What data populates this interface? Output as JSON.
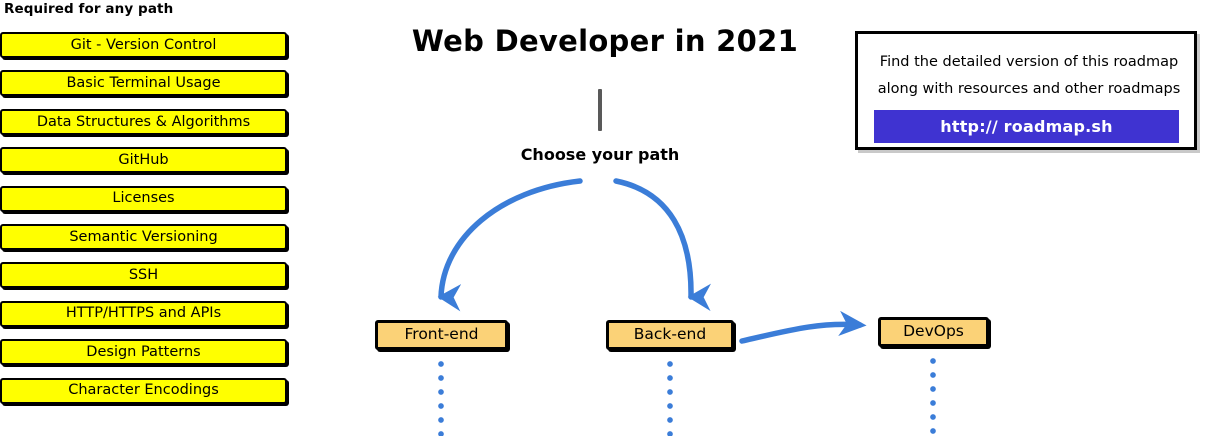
{
  "required_section": {
    "heading": "Required for any path",
    "items": [
      {
        "label": "Git - Version Control"
      },
      {
        "label": "Basic Terminal Usage"
      },
      {
        "label": "Data Structures & Algorithms"
      },
      {
        "label": "GitHub"
      },
      {
        "label": "Licenses"
      },
      {
        "label": "Semantic Versioning"
      },
      {
        "label": "SSH"
      },
      {
        "label": "HTTP/HTTPS and APIs"
      },
      {
        "label": "Design Patterns"
      },
      {
        "label": "Character Encodings"
      }
    ],
    "box_fill": "#FFFF00",
    "box_border": "#000000"
  },
  "header": {
    "title": "Web Developer in 2021",
    "choose_label": "Choose your path",
    "trunk_color": "#595959"
  },
  "paths": {
    "boxes": [
      {
        "label": "Front-end"
      },
      {
        "label": "Back-end"
      },
      {
        "label": "DevOps"
      }
    ],
    "box_fill": "#FBD277",
    "box_border": "#000000",
    "arrow_color": "#3B7DD8",
    "dot_color": "#3B7DD8"
  },
  "info_card": {
    "line_1": "Find the detailed version of this roadmap",
    "line_2": "along with resources and other roadmaps",
    "button_label": "http:// roadmap.sh",
    "button_color": "#3F33D1",
    "border_color": "#000000"
  }
}
